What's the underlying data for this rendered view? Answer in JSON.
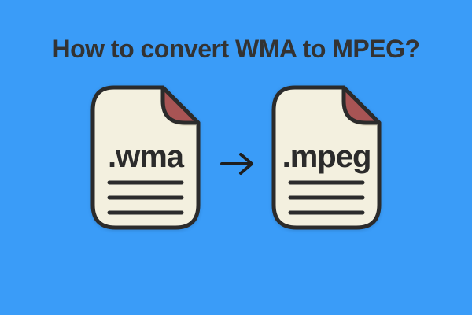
{
  "page": {
    "title": "How to convert WMA to MPEG?"
  },
  "conversion": {
    "source": {
      "extension": ".wma",
      "icon": "document-file-icon"
    },
    "target": {
      "extension": ".mpeg",
      "icon": "document-file-icon"
    },
    "arrow": "right-arrow-icon"
  },
  "colors": {
    "background": "#3A9CF8",
    "title_text": "#333333",
    "file_body": "#F3F0DF",
    "file_outline": "#2B2B2B",
    "file_fold": "#A85454",
    "file_text": "#2B2B2B",
    "arrow": "#1E1E1E"
  }
}
